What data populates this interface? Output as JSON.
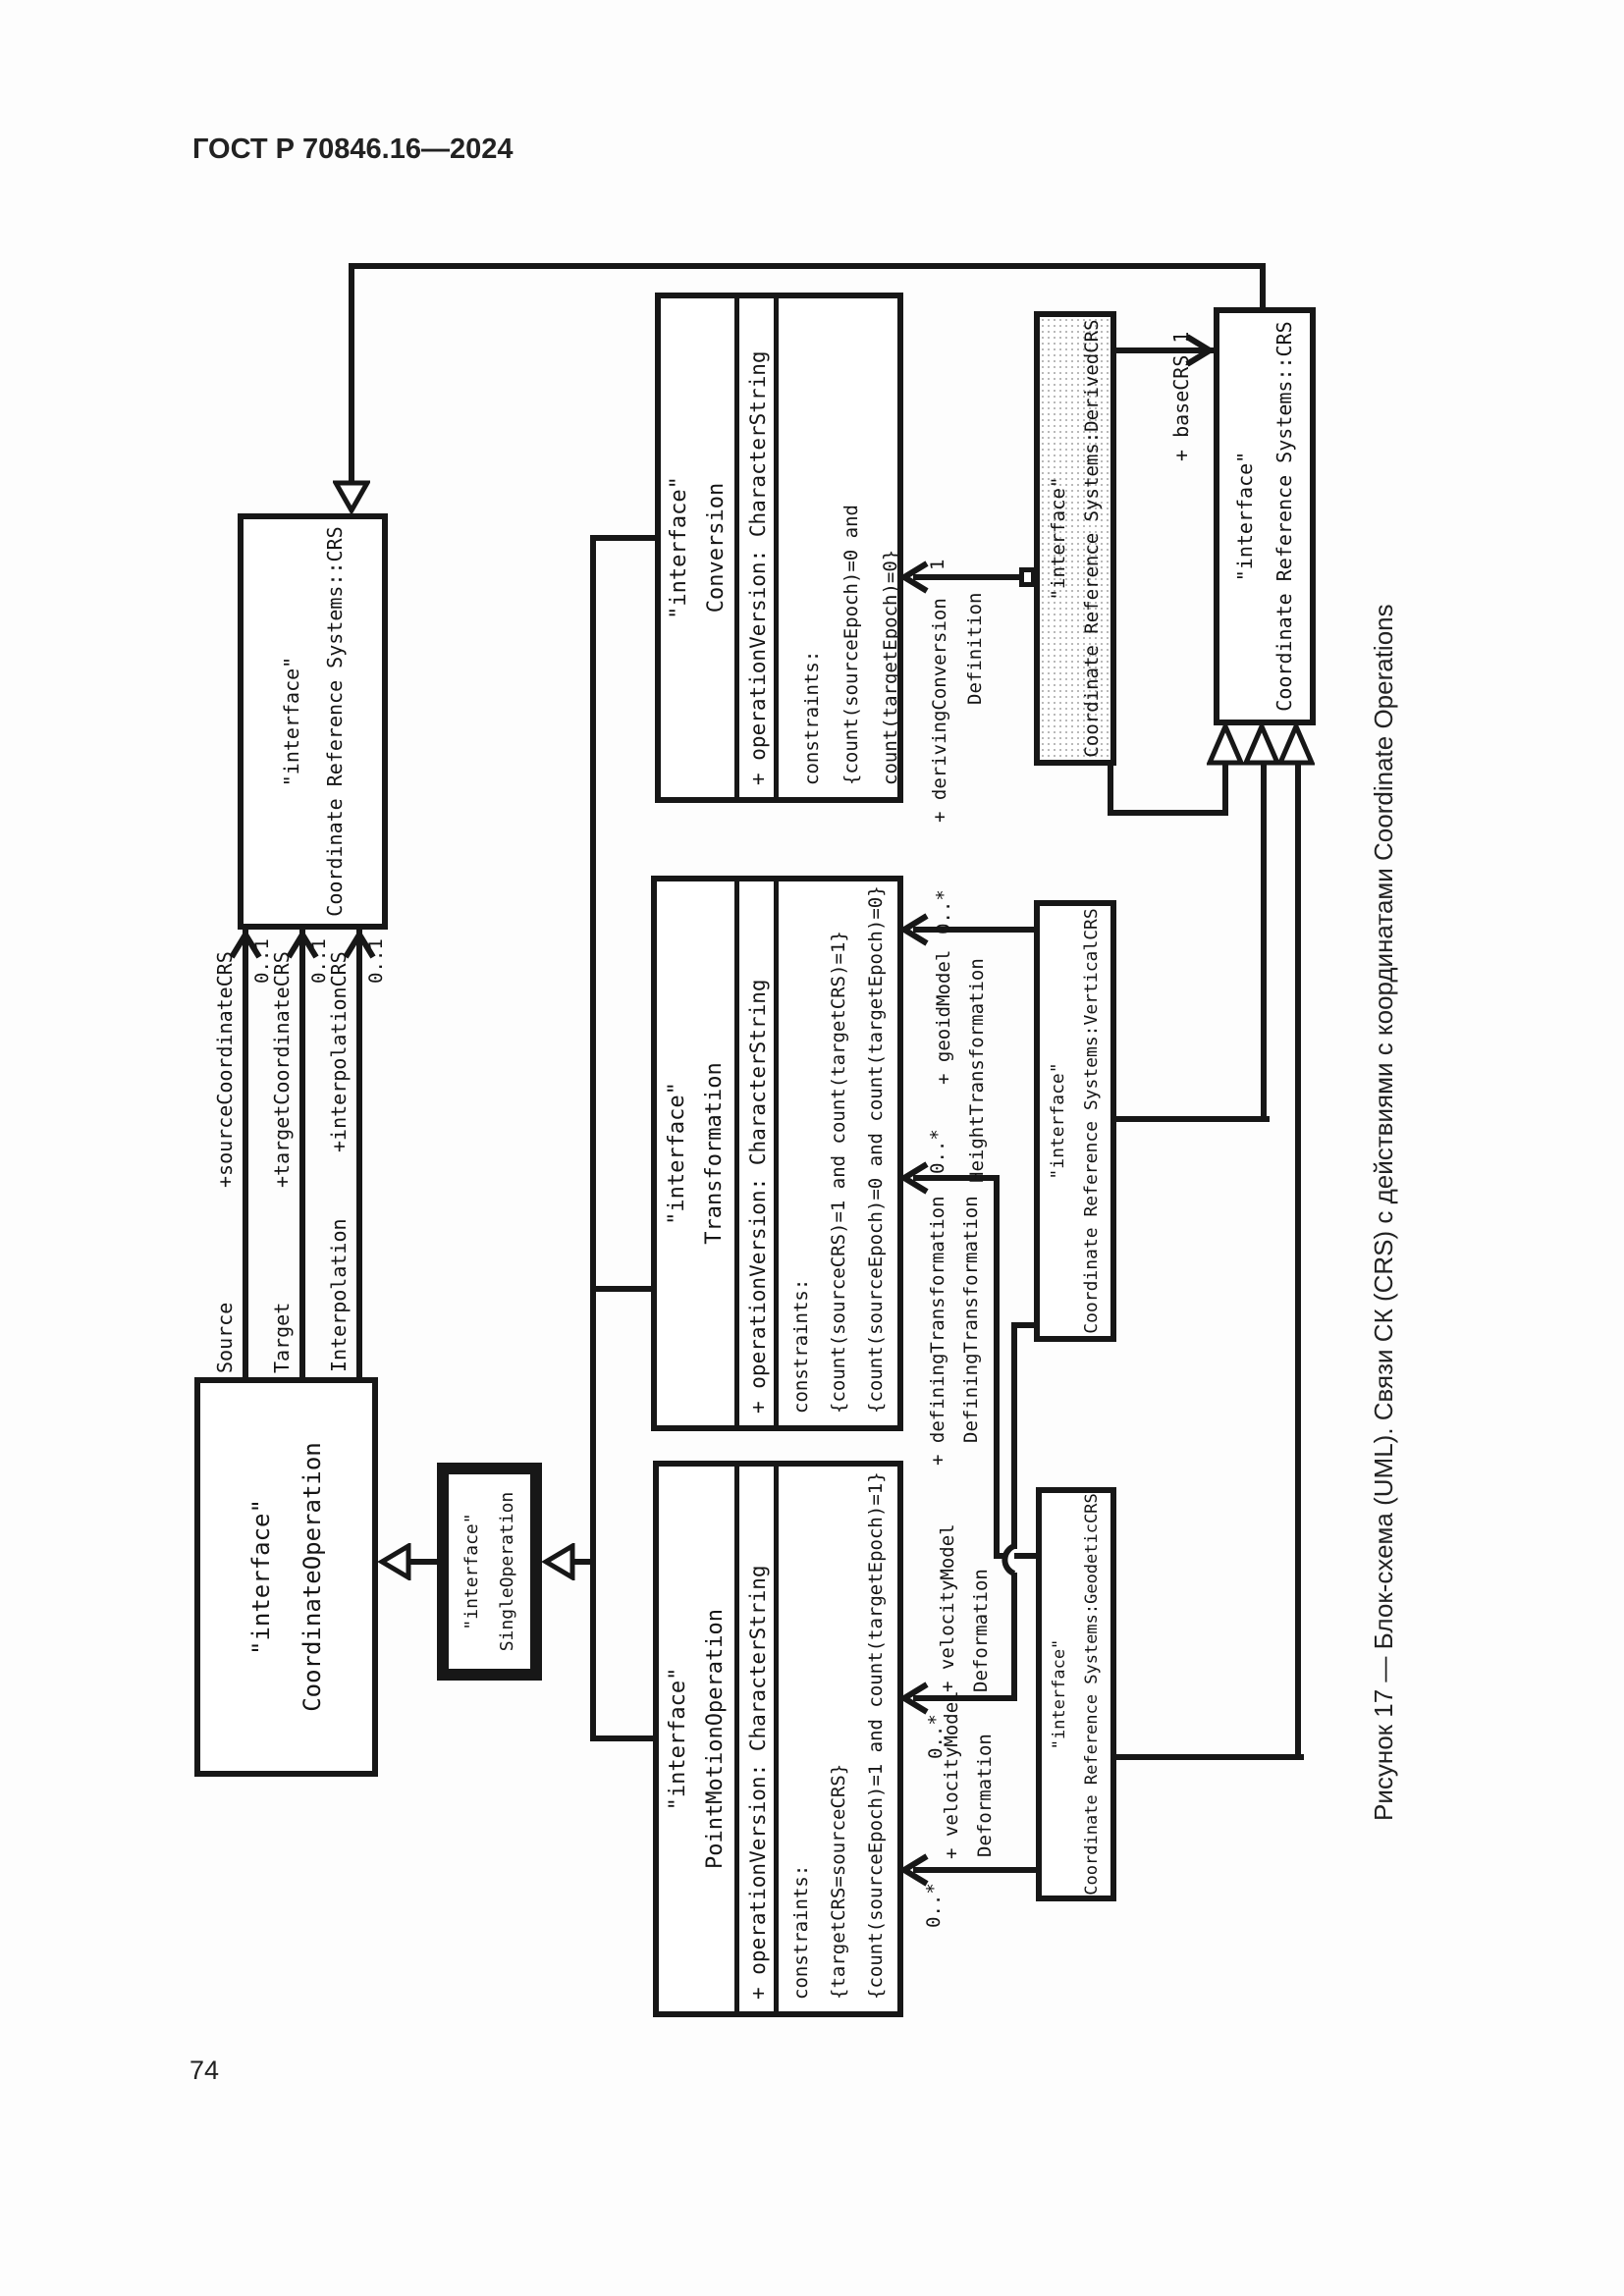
{
  "page": {
    "header": "ГОСТ Р 70846.16—2024",
    "page_number": "74",
    "caption": "Рисунок 17 — Блок-схема (UML). Связи СК (CRS) с действиями с координатами Coordinate Operations"
  },
  "boxes": {
    "top_crs": {
      "stereotype": "\"interface\"",
      "name": "Coordinate Reference Systems::CRS"
    },
    "coordinate_operation": {
      "stereotype": "\"interface\"",
      "name": "CoordinateOperation"
    },
    "single_operation": {
      "stereotype": "\"interface\"",
      "name": "SingleOperation"
    },
    "conversion": {
      "stereotype": "\"interface\"",
      "name": "Conversion",
      "attribute": "+ operationVersion: CharacterString",
      "constraints": [
        "constraints:",
        "{count(sourceEpoch)=0 and count(targetEpoch)=0}"
      ]
    },
    "transformation": {
      "stereotype": "\"interface\"",
      "name": "Transformation",
      "attribute": "+ operationVersion: CharacterString",
      "constraints": [
        "constraints:",
        "{count(sourceCRS)=1 and count(targetCRS)=1}",
        "{count(sourceEpoch)=0 and count(targetEpoch)=0}"
      ]
    },
    "point_motion_operation": {
      "stereotype": "\"interface\"",
      "name": "PointMotionOperation",
      "attribute": "+ operationVersion: CharacterString",
      "constraints": [
        "constraints:",
        "{targetCRS=sourceCRS}",
        "{count(sourceEpoch)=1 and count(targetEpoch)=1}"
      ]
    },
    "derived_crs": {
      "stereotype": "\"interface\"",
      "name": "Coordinate Reference Systems:DerivedCRS"
    },
    "crs_right": {
      "stereotype": "\"interface\"",
      "name": "Coordinate Reference Systems::CRS"
    },
    "vertical_crs": {
      "stereotype": "\"interface\"",
      "name": "Coordinate Reference Systems:VerticalCRS"
    },
    "geodetic_crs": {
      "stereotype": "\"interface\"",
      "name": "Coordinate Reference Systems:GeodeticCRS"
    }
  },
  "edges": {
    "source": {
      "role": "+sourceCoordinateCRS",
      "multiplicity": "0..1",
      "name": "Source"
    },
    "target": {
      "role": "+targetCoordinateCRS",
      "multiplicity": "0..1",
      "name": "Target"
    },
    "interpolation": {
      "role": "+interpolationCRS",
      "multiplicity": "0..1",
      "name": "Interpolation"
    },
    "definition": {
      "role": "+ derivingConversion",
      "multiplicity": "1",
      "name": "Definition"
    },
    "base_crs": {
      "role": "+ baseCRS",
      "multiplicity": "1"
    },
    "height_transformation": {
      "role": "+ geoidModel",
      "multiplicity": "0..*",
      "name": "HeightTransformation"
    },
    "defining_transformation": {
      "role": "+ definingTransformation",
      "multiplicity": "0..*",
      "name": "DefiningTransformation"
    },
    "deformation_vertical": {
      "role": "+ velocityModel",
      "multiplicity": "0..*",
      "name": "Deformation"
    },
    "deformation_geodetic": {
      "role": "+ velocityModel",
      "multiplicity": "0..*",
      "name": "Deformation"
    }
  }
}
